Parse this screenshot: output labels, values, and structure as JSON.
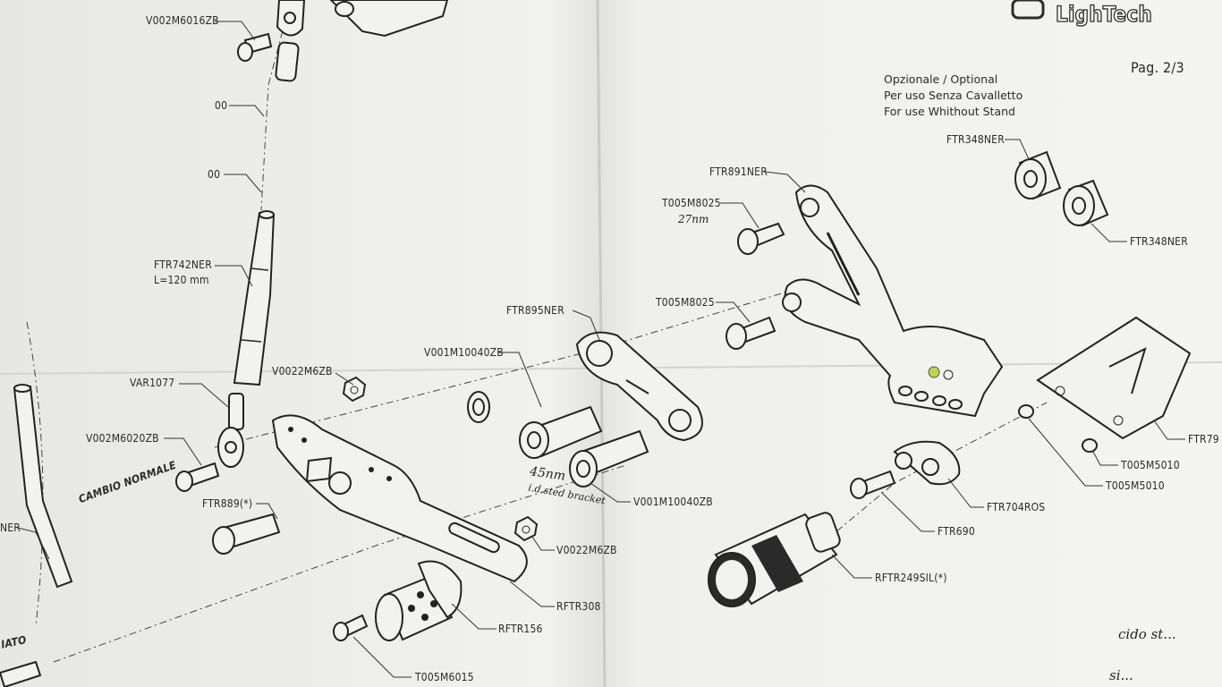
{
  "brand": {
    "name": "LighTech"
  },
  "page": {
    "number": "Pag. 2/3"
  },
  "optional_note": {
    "line1": "Opzionale / Optional",
    "line2": "Per uso Senza Cavalletto",
    "line3": "For use Whithout Stand"
  },
  "labels": {
    "v002m6016zb": "V002M6016ZB",
    "oo_top": "00",
    "oo_mid": "00",
    "ftr742ner": "FTR742NER",
    "ftr742ner_len": "L=120 mm",
    "var1077": "VAR1077",
    "v002m6020zb": "V002M6020ZB",
    "cambio_normale": "CAMBIO NORMALE",
    "ner_left": "NER",
    "ftr889": "FTR889(*)",
    "v0022m6zb_top": "V0022M6ZB",
    "v001m10040zb_top": "V001M10040ZB",
    "ftr895ner": "FTR895NER",
    "v001m10040zb_bottom": "V001M10040ZB",
    "v0022m6zb_bottom": "V0022M6ZB",
    "rftr308": "RFTR308",
    "rftr156": "RFTR156",
    "t005m6015": "T005M6015",
    "iato": "IATO",
    "ftr891ner": "FTR891NER",
    "t005m8025_top": "T005M8025",
    "t005m8025_bottom": "T005M8025",
    "ftr348ner_top": "FTR348NER",
    "ftr348ner_bottom": "FTR348NER",
    "ftr79": "FTR79",
    "t005m5010_a": "T005M5010",
    "t005m5010_b": "T005M5010",
    "ftr704ros": "FTR704ROS",
    "ftr690": "FTR690",
    "rftr249sil": "RFTR249SIL(*)"
  },
  "handwritten": {
    "torque_27": "27nm",
    "torque_45": "45nm",
    "note_a": "i.d.sted bracket",
    "right_a": "cido st...",
    "right_b": "si..."
  }
}
